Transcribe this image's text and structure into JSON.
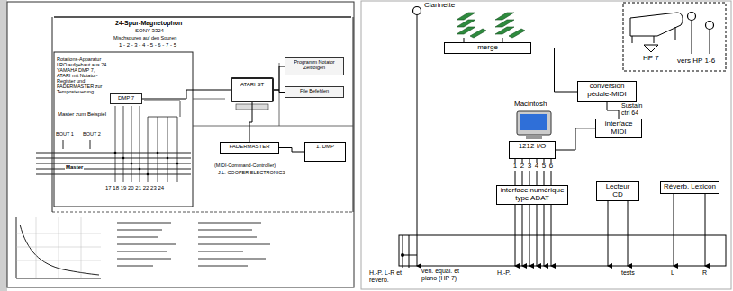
{
  "diagram": {
    "nodes": [
      {
        "text": [
          "DMP 7"
        ]
      },
      {
        "text": [
          "ATARI ST"
        ]
      },
      {
        "text": [
          "Programm Notator Zeitfolgen"
        ]
      },
      {
        "text": [
          "File Befehlen"
        ]
      },
      {
        "text": [
          "FADERMASTER"
        ]
      },
      {
        "text": [
          "1. DMP"
        ]
      },
      {
        "text": [
          "merge"
        ]
      },
      {
        "text": [
          "conversion pédale-MIDI"
        ]
      },
      {
        "text": [
          "interface MIDI"
        ]
      },
      {
        "text": [
          "1212 I/O"
        ]
      },
      {
        "text": [
          "interface numérique type ADAT"
        ]
      },
      {
        "text": [
          "Lecteur CD"
        ]
      },
      {
        "text": [
          "Réverb. Lexicon"
        ]
      }
    ],
    "edges": [
      {
        "from": 2,
        "to": 1,
        "arrow": "none"
      },
      {
        "from": 3,
        "to": 1,
        "arrow": "none"
      },
      {
        "from": 1,
        "to": 4,
        "arrow": "none"
      },
      {
        "from": 4,
        "to": 5,
        "arrow": "none"
      },
      {
        "from": 1,
        "to": 0,
        "arrow": "none"
      },
      {
        "from": 6,
        "to": 7,
        "arrow": "none"
      },
      {
        "from": 7,
        "to": 8,
        "label": "Sustain ctrl 64",
        "arrow": "none"
      },
      {
        "from": 8,
        "to": 9,
        "arrow": "none"
      },
      {
        "from": 9,
        "to": 10,
        "arrow": "none"
      }
    ],
    "labels": [
      "24-Spur-Magnetophon",
      "SONY 3324",
      "Mischspuren auf den Spuren",
      "1 - 2 - 3 - 4 - 5 - 6 - 7 - 5",
      "Rotations-Apparatur LRO aufgebaut aus 24 YAMAHA DMP 7, ATARI mit Notator-Register und FADERMASTER zur Temposteuerung",
      "Master zum Beispiel",
      "BOUT 1",
      "BOUT 2",
      "Master",
      "17 18 19 20 21 22 23 24",
      "(MIDI-Command-Controller)",
      "J.L. COOPER ELECTRONICS",
      "Clarinette",
      "Macintosh",
      "1",
      "2",
      "3",
      "4",
      "5",
      "6",
      "HP 7",
      "vers HP 1-6",
      "H.-P. L-R et réverb.",
      "ven. équal. et piano (HP 7)",
      "H.-P.",
      "tests",
      "L",
      "R"
    ]
  }
}
